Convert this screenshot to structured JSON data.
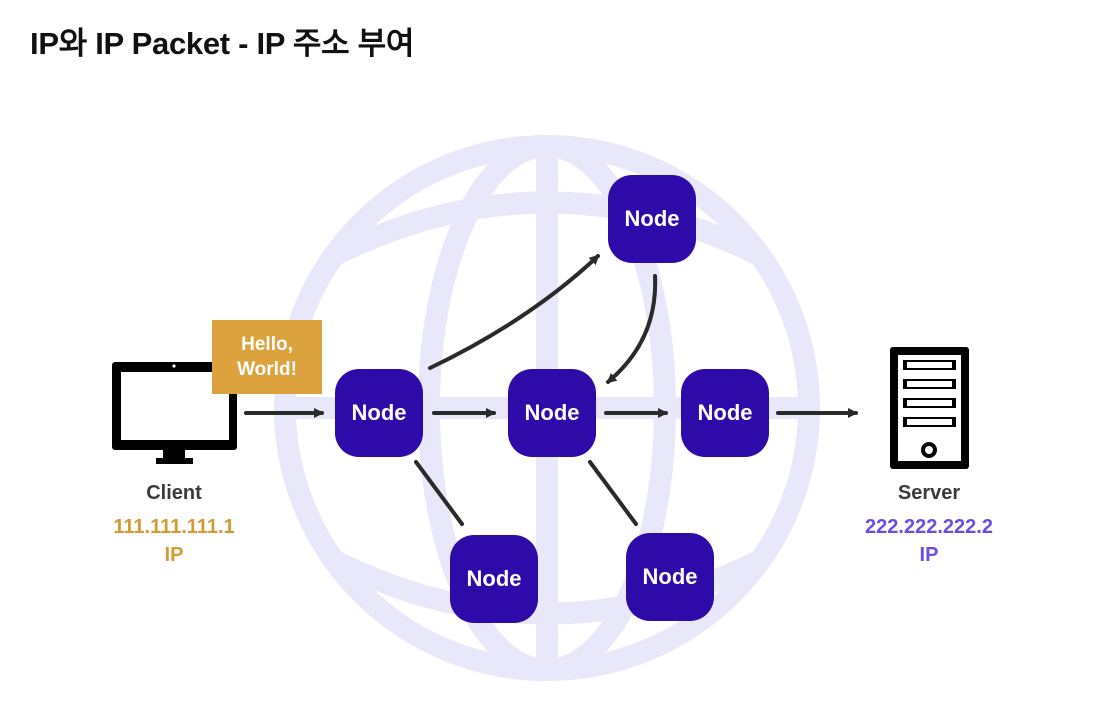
{
  "title": "IP와 IP Packet - IP 주소 부여",
  "colors": {
    "node": "#2e0aa8",
    "message": "#dca23d",
    "client_ip": "#d49a34",
    "server_ip": "#6b4ce6",
    "globe": "#e9e7fa",
    "arrow": "#2a2a2a"
  },
  "message": {
    "line1": "Hello,",
    "line2": "World!"
  },
  "client": {
    "label": "Client",
    "ip_address": "111.111.111.1",
    "ip_tag": "IP",
    "icon": "monitor-icon"
  },
  "server": {
    "label": "Server",
    "ip_address": "222.222.222.2",
    "ip_tag": "IP",
    "icon": "server-icon"
  },
  "nodes": [
    {
      "id": "node-1",
      "label": "Node"
    },
    {
      "id": "node-2",
      "label": "Node"
    },
    {
      "id": "node-3",
      "label": "Node"
    },
    {
      "id": "node-top",
      "label": "Node"
    },
    {
      "id": "node-bottom-left",
      "label": "Node"
    },
    {
      "id": "node-bottom-right",
      "label": "Node"
    }
  ]
}
